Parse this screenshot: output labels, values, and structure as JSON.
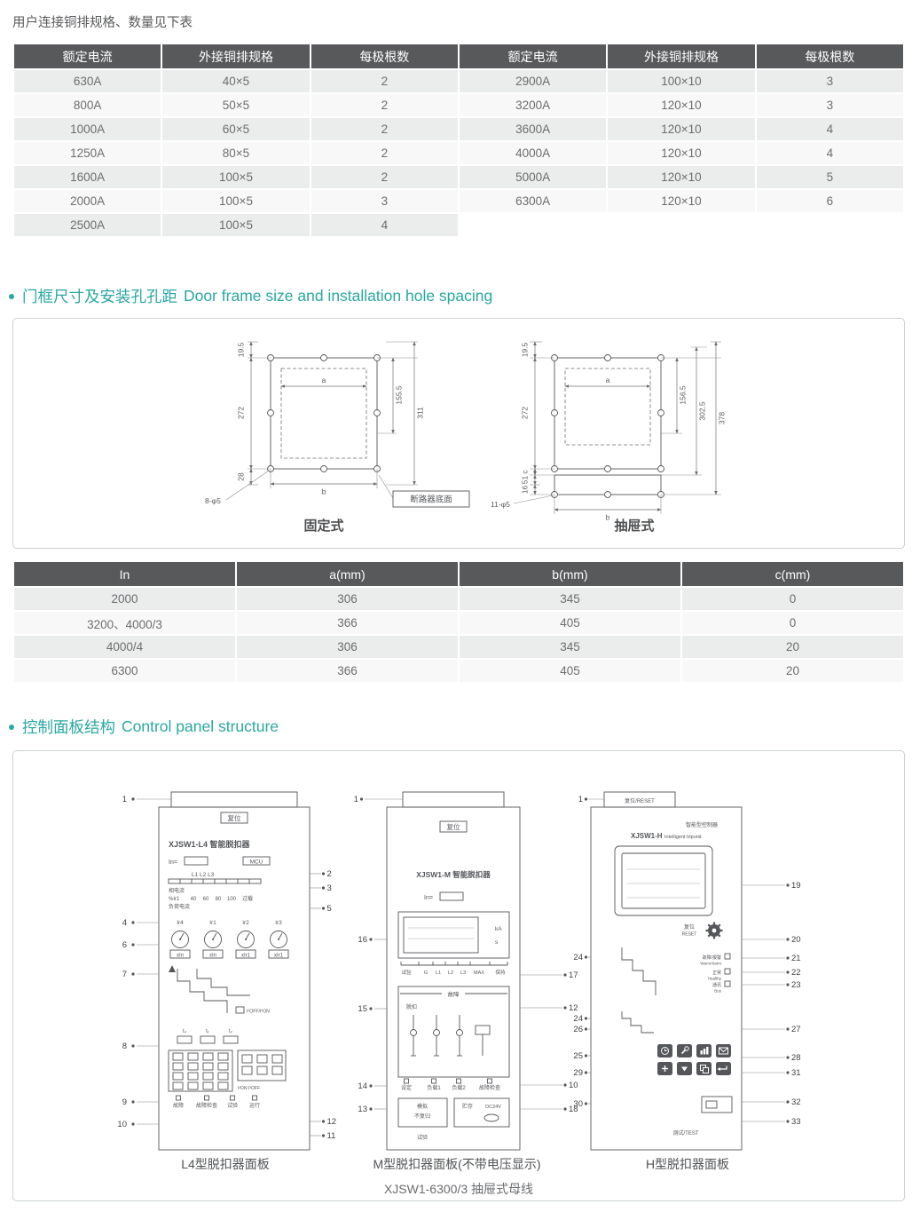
{
  "colors": {
    "accent": "#2aa8a1",
    "table_header_bg": "#58595b",
    "row_alt": "#ebecec",
    "line": "#54565a"
  },
  "intro": "用户连接铜排规格、数量见下表",
  "busbar_table": {
    "headers": [
      "额定电流",
      "外接铜排规格",
      "每极根数",
      "额定电流",
      "外接铜排规格",
      "每极根数"
    ],
    "rows": [
      [
        "630A",
        "40×5",
        "2",
        "2900A",
        "100×10",
        "3"
      ],
      [
        "800A",
        "50×5",
        "2",
        "3200A",
        "120×10",
        "3"
      ],
      [
        "1000A",
        "60×5",
        "2",
        "3600A",
        "120×10",
        "4"
      ],
      [
        "1250A",
        "80×5",
        "2",
        "4000A",
        "120×10",
        "4"
      ],
      [
        "1600A",
        "100×5",
        "2",
        "5000A",
        "120×10",
        "5"
      ],
      [
        "2000A",
        "100×5",
        "3",
        "6300A",
        "120×10",
        "6"
      ],
      [
        "2500A",
        "100×5",
        "4",
        "",
        "",
        ""
      ]
    ]
  },
  "sections": {
    "door": {
      "zh": "门框尺寸及安装孔孔距",
      "en": "Door frame size and installation hole spacing"
    },
    "panel": {
      "zh": "控制面板结构",
      "en": "Control panel structure"
    }
  },
  "fixed_drawing": {
    "caption": "固定式",
    "hole_label": "8-φ5",
    "base_label": "断路器底面",
    "dim_a": "a",
    "dim_b": "b",
    "dim_19_5": "19.5",
    "dim_272": "272",
    "dim_28": "28",
    "dim_155_5": "155.5",
    "dim_311": "311"
  },
  "drawer_drawing": {
    "caption": "抽屉式",
    "hole_label": "11-φ5",
    "dim_a": "a",
    "dim_b": "b",
    "dim_19_5": "19.5",
    "dim_272": "272",
    "dim_c": "c",
    "dim_51": "51",
    "dim_16": "16",
    "dim_156_5": "156.5",
    "dim_302_5": "302.5",
    "dim_378": "378"
  },
  "dim_table": {
    "headers": [
      "In",
      "a(mm)",
      "b(mm)",
      "c(mm)"
    ],
    "rows": [
      [
        "2000",
        "306",
        "345",
        "0"
      ],
      [
        "3200、4000/3",
        "366",
        "405",
        "0"
      ],
      [
        "4000/4",
        "306",
        "345",
        "20"
      ],
      [
        "6300",
        "366",
        "405",
        "20"
      ]
    ]
  },
  "panels": {
    "caption_bottom": "XJSW1-6300/3 抽屉式母线",
    "l4": {
      "caption": "L4型脱扣器面板",
      "reset": "复位",
      "title": "XJSW1-L4 智能脱扣器",
      "in_label": "In=",
      "mcu": "MCU",
      "phases": "L1 L2 L3",
      "phase_current": "相电流",
      "pct": "%Ir1",
      "s40": "40",
      "s60": "60",
      "s80": "80",
      "s100": "100",
      "overload": "过载",
      "load_current": "负荷电流",
      "d1": "Ir4",
      "d2": "Ir1",
      "d3": "Ir2",
      "d4": "Ir3",
      "u1": "xIn",
      "u2": "xIn",
      "u3": "xIr1",
      "u4": "xIr1",
      "mem_switch": "I²OFF/I²ON",
      "tA": "t₄",
      "tB": "t₁",
      "tC": "t₂",
      "mem2": "I²ON  I²OFF",
      "st1": "故障",
      "st2": "故障检查",
      "st3": "试验",
      "st4": "运行",
      "callouts": {
        "c1": "1",
        "c2": "2",
        "c3": "3",
        "c4": "4",
        "c5": "5",
        "c6": "6",
        "c7": "7",
        "c8": "8",
        "c9": "9",
        "c10": "10",
        "c11": "11",
        "c12": "12"
      }
    },
    "m": {
      "caption": "M型脱扣器面板(不带电压显示)",
      "reset": "复位",
      "title": "XJSW1-M 智能脱扣器",
      "in_label": "In=",
      "ka": "kA",
      "s": "s",
      "test": "试验",
      "g": "G",
      "l1": "L1",
      "l2": "L2",
      "l3": "L3",
      "max": "MAX",
      "hold": "保持",
      "fault": "故障",
      "trip": "脱扣",
      "set": "设定",
      "load1": "负载1",
      "load2": "负载2",
      "fault_check": "故障检查",
      "sim": "模拟",
      "no_reset": "不复归",
      "store": "贮存",
      "dc": "DC24V",
      "test2": "试验",
      "callouts": {
        "c1": "1",
        "c10": "10",
        "c12": "12",
        "c13": "13",
        "c14": "14",
        "c15": "15",
        "c16": "16",
        "c17": "17",
        "c18": "18"
      }
    },
    "h": {
      "caption": "H型脱扣器面板",
      "reset_top": "复位/RESET",
      "title_zh": "智能型控制器",
      "model": "XJSW1-H",
      "title_en": "Intelligent tripunit",
      "reset": "复位",
      "reset_en": "RESET",
      "led1_zh": "故障/报警",
      "led1_en": "Warn/Alarm",
      "led2_zh": "正常",
      "led2_en": "Healthy",
      "led3_zh": "通讯",
      "led3_en": "Bus",
      "test": "测试/TEST",
      "icons": [
        "clock",
        "wrench",
        "chart",
        "mail",
        "plus",
        "down",
        "copy",
        "enter"
      ],
      "callouts": {
        "c1": "1",
        "c19": "19",
        "c20": "20",
        "c21": "21",
        "c22": "22",
        "c23": "23",
        "c24": "24",
        "c24b": "24",
        "c25": "25",
        "c26": "26",
        "c27": "27",
        "c28": "28",
        "c29": "29",
        "c30": "30",
        "c31": "31",
        "c32": "32",
        "c33": "33"
      }
    }
  }
}
